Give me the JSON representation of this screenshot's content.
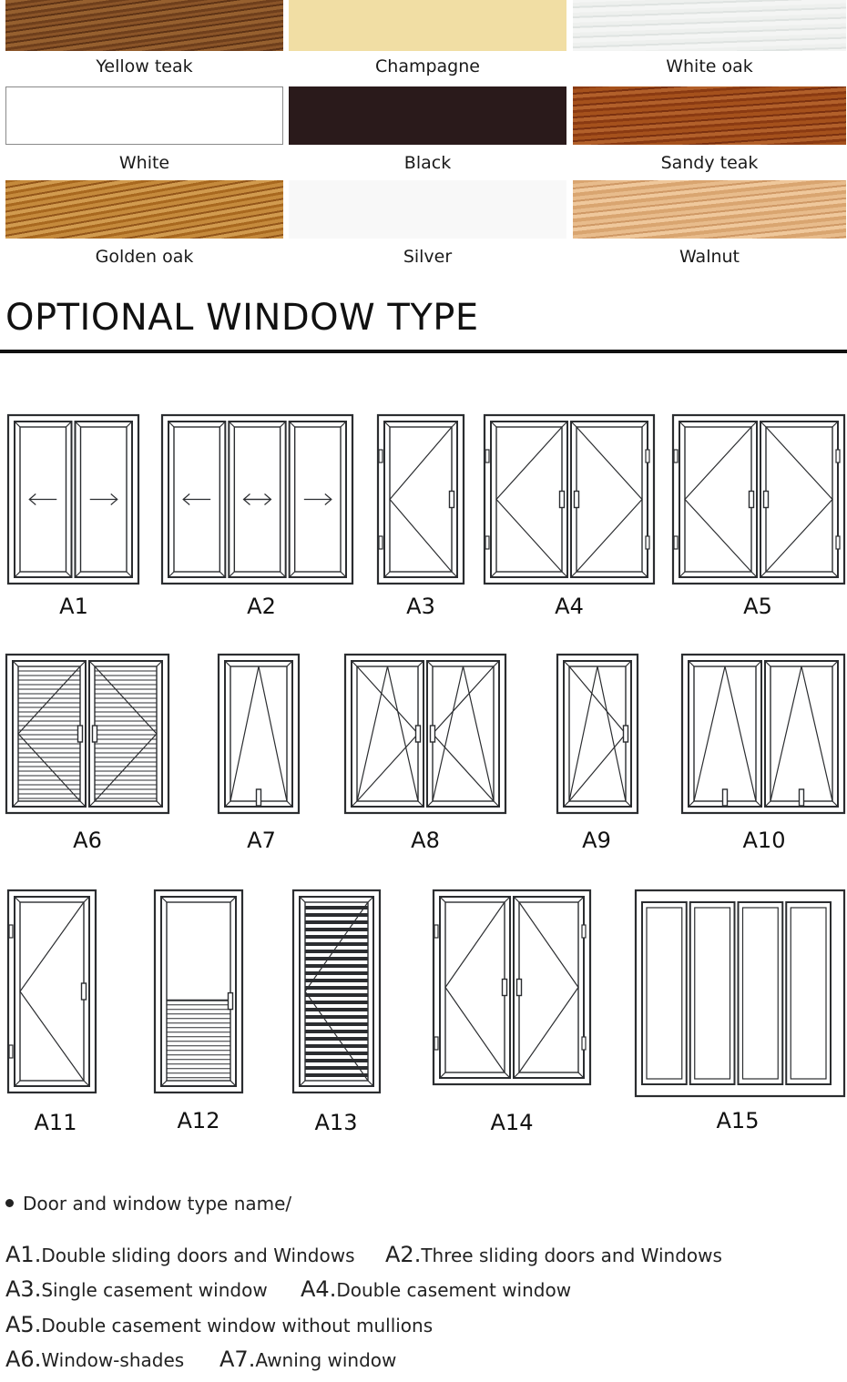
{
  "swatches": [
    {
      "label": "Yellow teak",
      "texture": "yellow-teak"
    },
    {
      "label": "Champagne",
      "texture": "champagne"
    },
    {
      "label": "White oak",
      "texture": "white-oak"
    },
    {
      "label": "White",
      "texture": "white"
    },
    {
      "label": "Black",
      "texture": "black"
    },
    {
      "label": "Sandy teak",
      "texture": "sandy-teak"
    },
    {
      "label": "Golden oak",
      "texture": "golden-oak"
    },
    {
      "label": "Silver",
      "texture": "silver"
    },
    {
      "label": "Walnut",
      "texture": "walnut"
    }
  ],
  "section_title": "OPTIONAL WINDOW TYPE",
  "windows": [
    {
      "code": "A1",
      "kind": "sliding",
      "panes": 2
    },
    {
      "code": "A2",
      "kind": "sliding",
      "panes": 3
    },
    {
      "code": "A3",
      "kind": "casement",
      "panes": 1
    },
    {
      "code": "A4",
      "kind": "casement",
      "panes": 2
    },
    {
      "code": "A5",
      "kind": "casement-no-mullion",
      "panes": 2
    },
    {
      "code": "A6",
      "kind": "shades",
      "panes": 2
    },
    {
      "code": "A7",
      "kind": "awning",
      "panes": 1
    },
    {
      "code": "A8",
      "kind": "tilt-turn",
      "panes": 2
    },
    {
      "code": "A9",
      "kind": "tilt-turn",
      "panes": 1
    },
    {
      "code": "A10",
      "kind": "awning",
      "panes": 2
    },
    {
      "code": "A11",
      "kind": "door",
      "panes": 1
    },
    {
      "code": "A12",
      "kind": "half-louver-door",
      "panes": 1
    },
    {
      "code": "A13",
      "kind": "louver-door",
      "panes": 1
    },
    {
      "code": "A14",
      "kind": "door",
      "panes": 2
    },
    {
      "code": "A15",
      "kind": "folding",
      "panes": 4
    }
  ],
  "note": "Door and window type name/",
  "legend": [
    {
      "code": "A1.",
      "text": "Double sliding doors and Windows"
    },
    {
      "code": "A2.",
      "text": "Three sliding doors and Windows"
    },
    {
      "code": "A3.",
      "text": "Single casement window"
    },
    {
      "code": "A4.",
      "text": "Double casement window"
    },
    {
      "code": "A5.",
      "text": "Double casement window without mullions"
    },
    {
      "code": "A6.",
      "text": "Window-shades"
    },
    {
      "code": "A7.",
      "text": "Awning window"
    }
  ],
  "colors": {
    "frame": "#2b2d30",
    "glass": "#ffffff"
  }
}
